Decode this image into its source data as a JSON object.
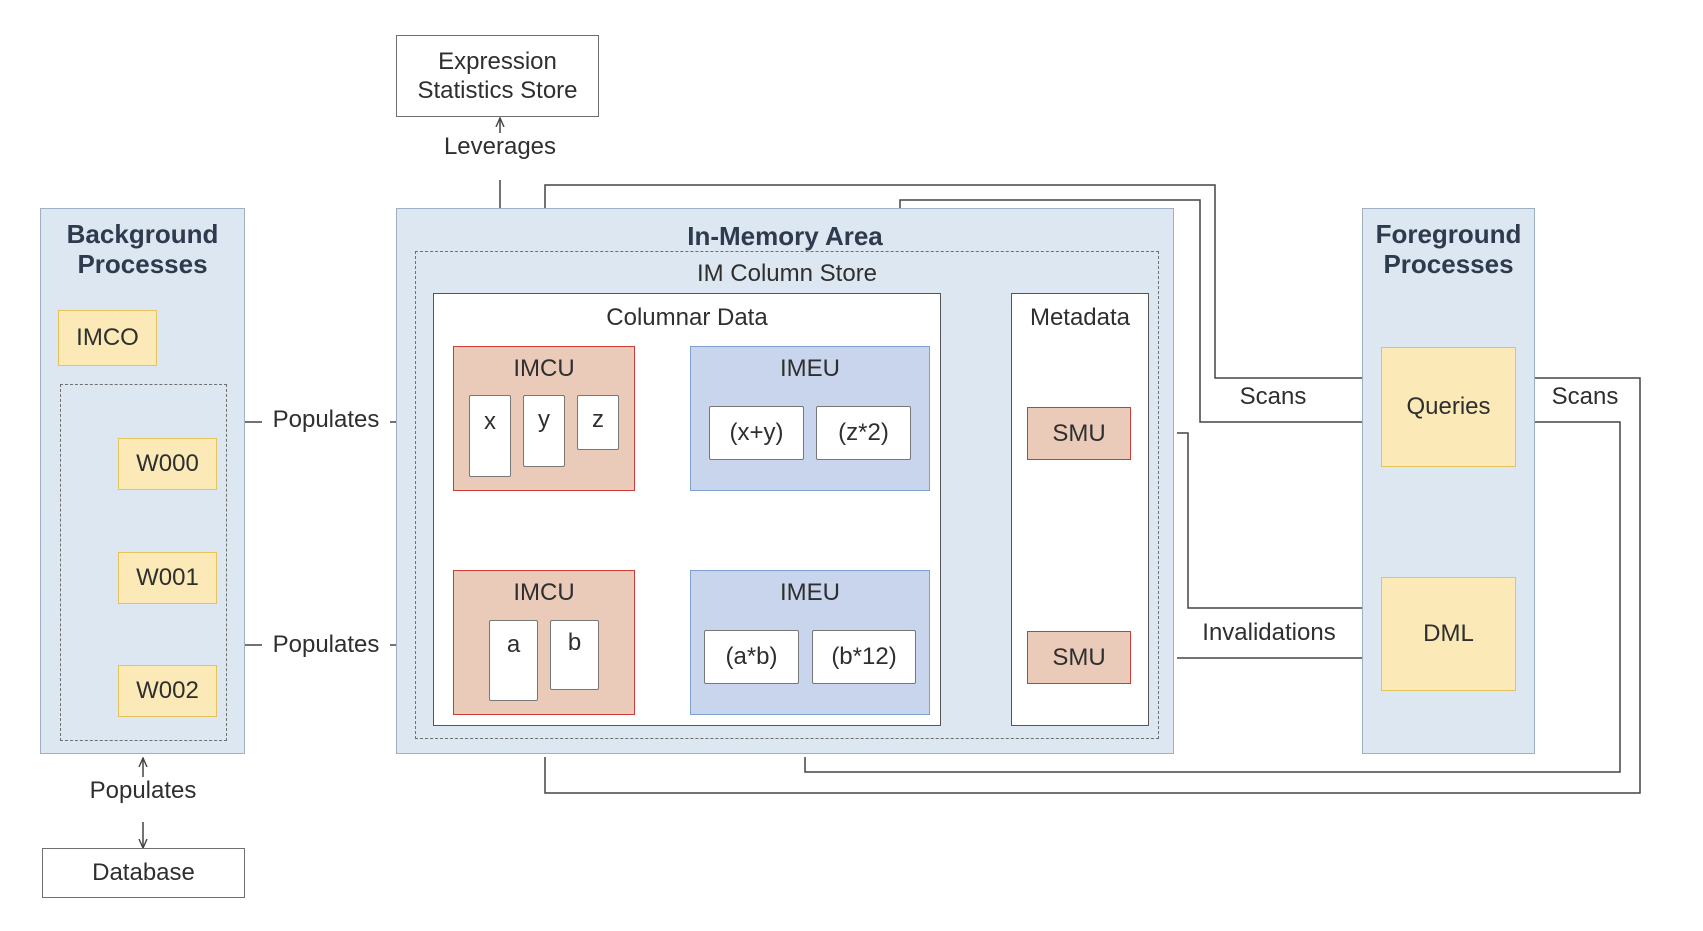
{
  "expression_store": {
    "line1": "Expression",
    "line2": "Statistics Store"
  },
  "labels": {
    "leverages": "Leverages",
    "populates_top": "Populates",
    "populates_bottom": "Populates",
    "populates_db": "Populates",
    "scans_left": "Scans",
    "scans_right": "Scans",
    "invalidations": "Invalidations"
  },
  "background": {
    "title_line1": "Background",
    "title_line2": "Processes",
    "coordinator": "IMCO",
    "workers": [
      "W000",
      "W001",
      "W002"
    ]
  },
  "database": "Database",
  "im_area": {
    "title": "In-Memory Area",
    "column_store": "IM Column Store",
    "columnar_data": "Columnar Data",
    "metadata": "Metadata",
    "imcu_label": "IMCU",
    "imeu_label": "IMEU",
    "smu_label": "SMU",
    "imcu1_cols": [
      "x",
      "y",
      "z"
    ],
    "imeu1_exprs": [
      "(x+y)",
      "(z*2)"
    ],
    "imcu2_cols": [
      "a",
      "b"
    ],
    "imeu2_exprs": [
      "(a*b)",
      "(b*12)"
    ]
  },
  "foreground": {
    "title_line1": "Foreground",
    "title_line2": "Processes",
    "queries": "Queries",
    "dml": "DML"
  },
  "colors": {
    "panel": "#dde7f1",
    "yellow": "#fbe9b7",
    "red_fill": "#eacbb9",
    "red_border": "#cc3b33",
    "blue_fill": "#c9d5ec"
  }
}
